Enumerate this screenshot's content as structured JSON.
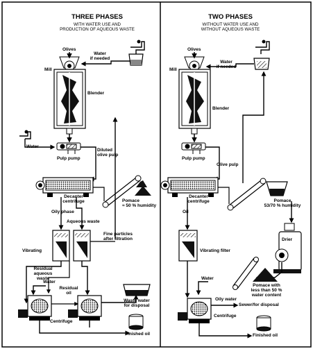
{
  "left": {
    "title": "THREE PHASES",
    "subtitle": "WITH WATER USE AND\nPRODUCTION OF AQUEOUS WASTE",
    "labels": {
      "olives": "Olives",
      "water_if_needed": "Water\nif needed",
      "mill": "Mill",
      "blender": "Blender",
      "water": "Water",
      "pulp_pump": "Pulp pump",
      "diluted_olive_pulp": "Diluted\nolive pulp",
      "decanter_centrifuge": "Decanter\ncentrifuge",
      "pomace": "Pomace\n≈ 50 % humidity",
      "oily_phase": "Oily phase",
      "aqueous_waste": "Aqueous waste",
      "fine_particles": "Fine particles\nafter filtration",
      "vibrating": "Vibrating",
      "residual_aqueous_waste": "Residual\naqueous\nwaste",
      "residual_oil": "Residual\noil",
      "water2": "Water",
      "centrifuge": "Centrifuge",
      "waste_water": "Waste water\nfor disposal",
      "finished_oil": "Finished oil"
    }
  },
  "right": {
    "title": "TWO PHASES",
    "subtitle": "WITHOUT WATER USE AND\nWITHOUT AQUEOUS WASTE",
    "labels": {
      "olives": "Olives",
      "water_if_needed": "Water\nif needed",
      "mill": "Mill",
      "blender": "Blender",
      "olive_pulp": "Olive pulp",
      "pulp_pump": "Pulp pump",
      "decanter_centrifuge": "Decanter\ncentrifuge",
      "pomace": "Pomace\n53/70 % humidity",
      "oil": "Oil",
      "drier": "Drier",
      "vibrating_filter": "Vibrating filter",
      "pomace_dry": "Pomace with\nless than 50 %\nwater content",
      "water": "Water",
      "oily_water": "Oily water",
      "sewer": "Sewer/for disposal",
      "centrifuge": "Centrifuge",
      "finished_oil": "Finished oil"
    }
  }
}
